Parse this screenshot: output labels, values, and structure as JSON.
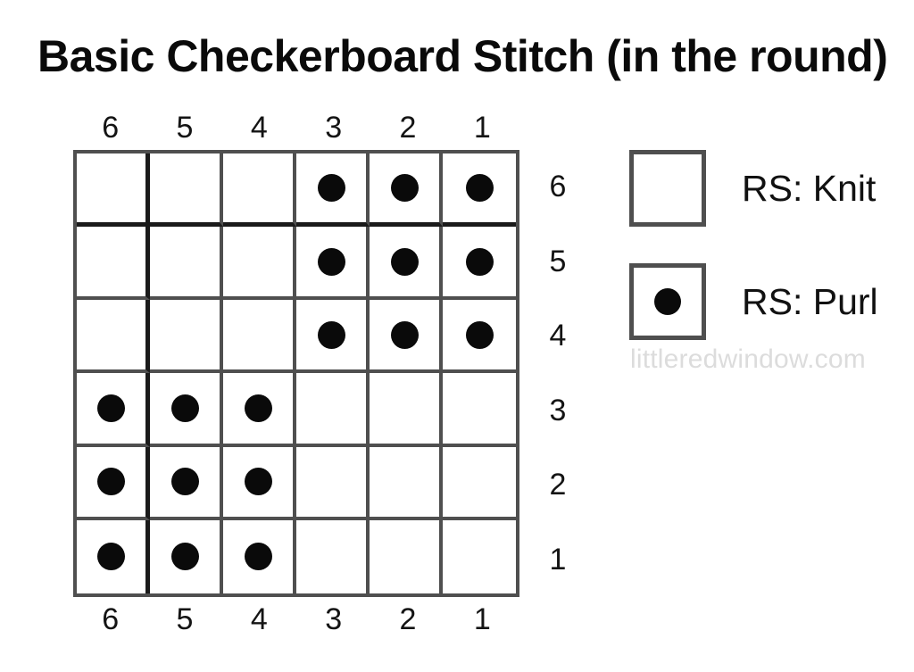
{
  "title": "Basic Checkerboard Stitch (in the round)",
  "watermark": "littleredwindow.com",
  "legend": {
    "knit": {
      "label": "RS: Knit",
      "symbol": "empty-square"
    },
    "purl": {
      "label": "RS: Purl",
      "symbol": "square-with-dot"
    }
  },
  "chart_data": {
    "type": "table",
    "title": "Basic Checkerboard Stitch (in the round)",
    "xlabel": "",
    "ylabel": "",
    "grid": true,
    "legend_position": "right",
    "columns": 6,
    "rows": 6,
    "column_labels_top": [
      "6",
      "5",
      "4",
      "3",
      "2",
      "1"
    ],
    "column_labels_bottom": [
      "6",
      "5",
      "4",
      "3",
      "2",
      "1"
    ],
    "row_labels_right": [
      "6",
      "5",
      "4",
      "3",
      "2",
      "1"
    ],
    "symbols": {
      "knit": "",
      "purl": "●"
    },
    "colors": {
      "grid_line": "#4f4f4f",
      "repeat_line": "#1a1a1a",
      "dot": "#0a0a0a",
      "cell_background": "#ffffff",
      "text": "#0a0a0a",
      "watermark": "#dcdcdc"
    },
    "repeat_markers": {
      "vertical_after_column_index": 0,
      "horizontal_after_row_index": 0
    },
    "cells": [
      {
        "row_label": "6",
        "values": [
          "knit",
          "knit",
          "knit",
          "purl",
          "purl",
          "purl"
        ]
      },
      {
        "row_label": "5",
        "values": [
          "knit",
          "knit",
          "knit",
          "purl",
          "purl",
          "purl"
        ]
      },
      {
        "row_label": "4",
        "values": [
          "knit",
          "knit",
          "knit",
          "purl",
          "purl",
          "purl"
        ]
      },
      {
        "row_label": "3",
        "values": [
          "purl",
          "purl",
          "purl",
          "knit",
          "knit",
          "knit"
        ]
      },
      {
        "row_label": "2",
        "values": [
          "purl",
          "purl",
          "purl",
          "knit",
          "knit",
          "knit"
        ]
      },
      {
        "row_label": "1",
        "values": [
          "purl",
          "purl",
          "purl",
          "knit",
          "knit",
          "knit"
        ]
      }
    ]
  }
}
